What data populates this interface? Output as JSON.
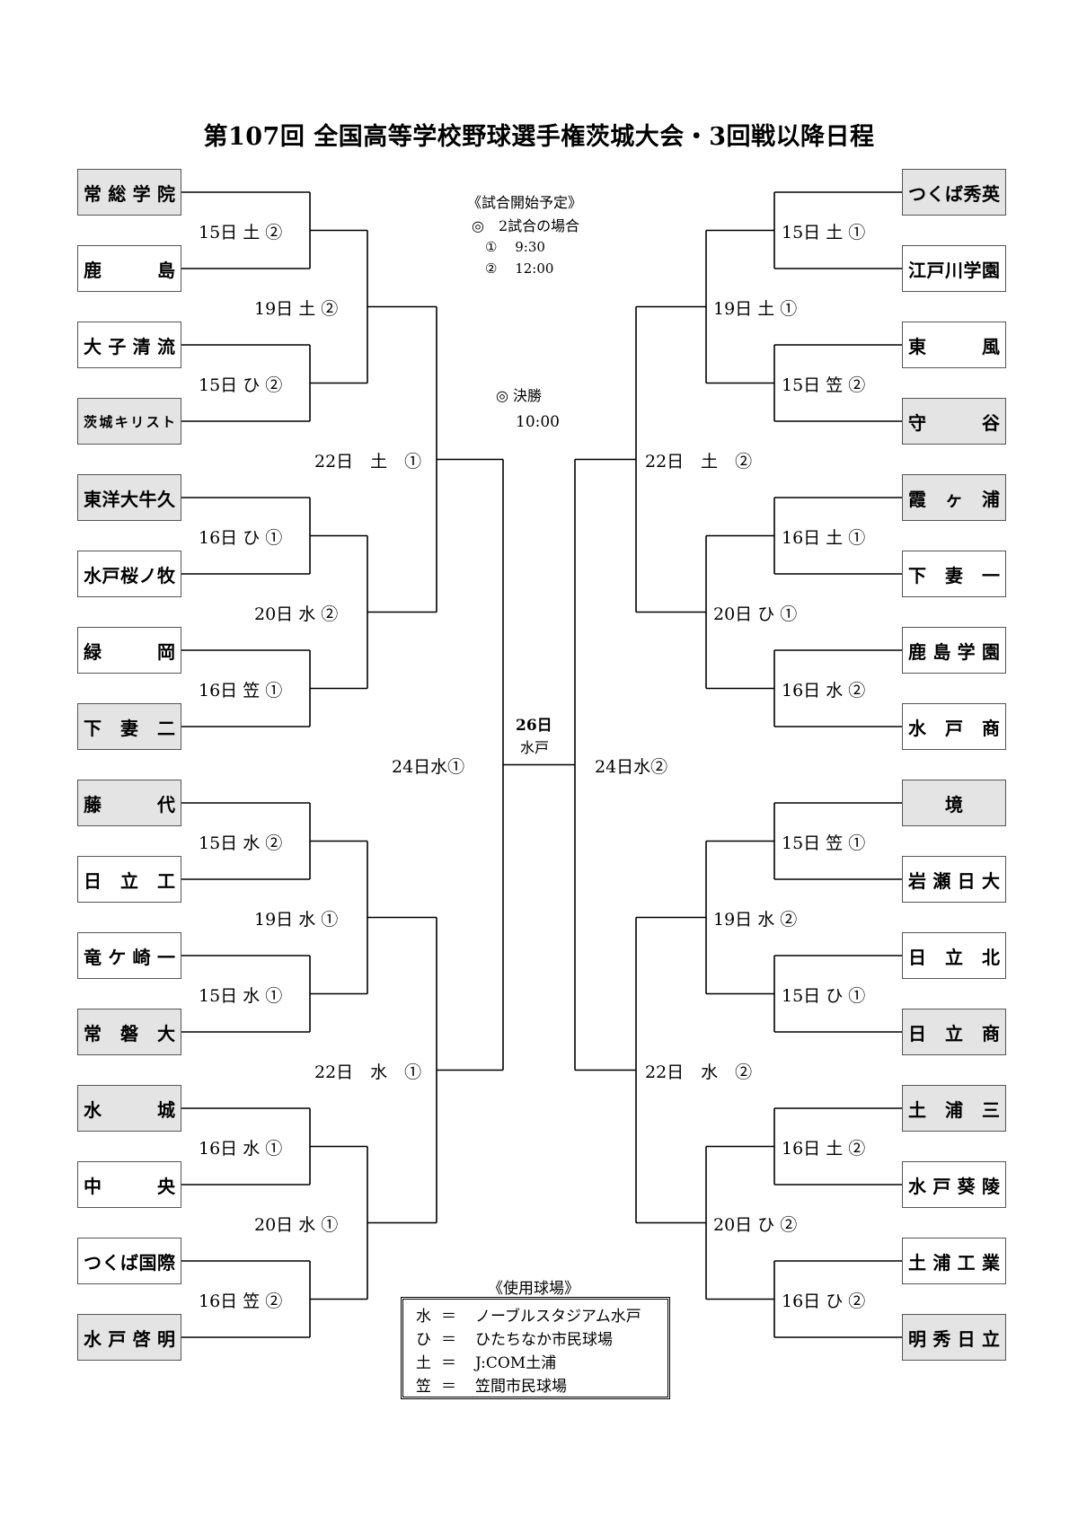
{
  "title": "第107回 全国高等学校野球選手権茨城大会・3回戦以降日程",
  "schedule_info": {
    "heading": "《試合開始予定》",
    "two_games": "◎　2試合の場合",
    "game1": "①　 9:30",
    "game2": "②　 12:00",
    "final_heading": "◎  決勝",
    "final_time": "10:00"
  },
  "teams_left": [
    {
      "name": "常総学院",
      "seed": true
    },
    {
      "name": "鹿　　島",
      "seed": false
    },
    {
      "name": "大子清流",
      "seed": false
    },
    {
      "name": "茨城キリスト",
      "seed": true
    },
    {
      "name": "東洋大牛久",
      "seed": true
    },
    {
      "name": "水戸桜ノ牧",
      "seed": false
    },
    {
      "name": "緑　　岡",
      "seed": false
    },
    {
      "name": "下妻二",
      "seed": true
    },
    {
      "name": "藤　　代",
      "seed": true
    },
    {
      "name": "日立工",
      "seed": false
    },
    {
      "name": "竜ケ崎一",
      "seed": false
    },
    {
      "name": "常磐大",
      "seed": true
    },
    {
      "name": "水　　城",
      "seed": true
    },
    {
      "name": "中　　央",
      "seed": false
    },
    {
      "name": "つくば国際",
      "seed": false
    },
    {
      "name": "水戸啓明",
      "seed": true
    }
  ],
  "teams_right": [
    {
      "name": "つくば秀英",
      "seed": true
    },
    {
      "name": "江戸川学園",
      "seed": false
    },
    {
      "name": "東　　風",
      "seed": false
    },
    {
      "name": "守　　谷",
      "seed": true
    },
    {
      "name": "霞ヶ浦",
      "seed": true
    },
    {
      "name": "下妻一",
      "seed": false
    },
    {
      "name": "鹿島学園",
      "seed": false
    },
    {
      "name": "水戸商",
      "seed": false
    },
    {
      "name": "境",
      "seed": true
    },
    {
      "name": "岩瀬日大",
      "seed": false
    },
    {
      "name": "日立北",
      "seed": false
    },
    {
      "name": "日立商",
      "seed": true
    },
    {
      "name": "土浦三",
      "seed": true
    },
    {
      "name": "水戸葵陵",
      "seed": false
    },
    {
      "name": "土浦工業",
      "seed": false
    },
    {
      "name": "明秀日立",
      "seed": true
    }
  ],
  "r3_left": [
    "15日 土 ②",
    "15日 ひ ②",
    "16日 ひ ①",
    "16日 笠 ①",
    "15日 水 ②",
    "15日 水 ①",
    "16日 水 ①",
    "16日 笠 ②"
  ],
  "r3_right": [
    "15日 土 ①",
    "15日 笠 ②",
    "16日 土 ①",
    "16日 水 ②",
    "15日 笠 ①",
    "15日 ひ ①",
    "16日 土 ②",
    "16日 ひ ②"
  ],
  "r4_left": [
    "19日 土 ②",
    "20日 水 ②",
    "19日 水 ①",
    "20日 水 ①"
  ],
  "r4_right": [
    "19日 土 ①",
    "20日 ひ ①",
    "19日 水 ②",
    "20日 ひ ②"
  ],
  "qf_left": [
    "22日　土　①",
    "22日　水　①"
  ],
  "qf_right": [
    "22日　土　②",
    "22日　水　②"
  ],
  "sf_left": "24日水①",
  "sf_right": "24日水②",
  "final": {
    "date": "26日",
    "venue": "水戸"
  },
  "legend": {
    "title": "《使用球場》",
    "rows": [
      {
        "key": "水",
        "eq": "＝",
        "name": "ノーブルスタジアム水戸"
      },
      {
        "key": "ひ",
        "eq": "＝",
        "name": "ひたちなか市民球場"
      },
      {
        "key": "土",
        "eq": "＝",
        "name": "J:COM土浦"
      },
      {
        "key": "笠",
        "eq": "＝",
        "name": "笠間市民球場"
      }
    ]
  }
}
